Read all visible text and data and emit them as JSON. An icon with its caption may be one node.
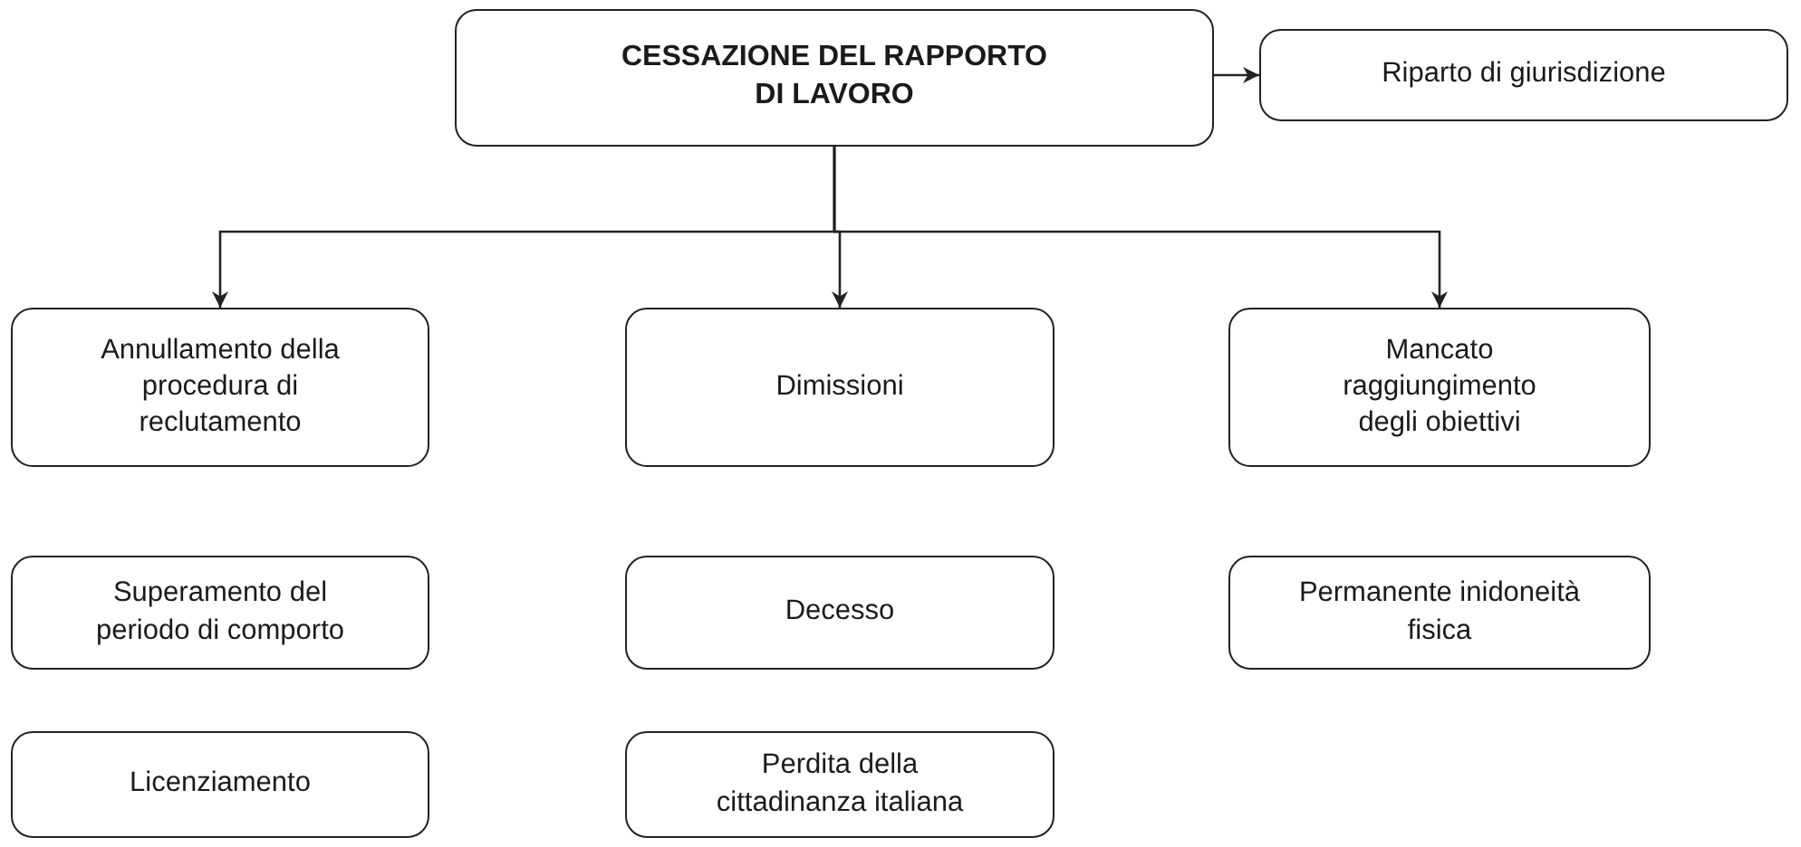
{
  "diagram": {
    "nodes": [
      {
        "text": [
          "CESSAZIONE DEL RAPPORTO DI LAVORO"
        ]
      },
      {
        "text": [
          "Riparto di giurisdizione"
        ]
      },
      {
        "text": [
          "Annullamento della procedura di reclutamento"
        ]
      },
      {
        "text": [
          "Dimissioni"
        ]
      },
      {
        "text": [
          "Mancato raggiungimento degli obiettivi"
        ]
      },
      {
        "text": [
          "Superamento del periodo di comporto"
        ]
      },
      {
        "text": [
          "Decesso"
        ]
      },
      {
        "text": [
          "Permanente inidoneità fisica"
        ]
      },
      {
        "text": [
          "Licenziamento"
        ]
      },
      {
        "text": [
          "Perdita della cittadinanza italiana"
        ]
      }
    ],
    "edges": [
      {
        "from": 0,
        "to": 1,
        "arrow": "to"
      },
      {
        "from": 0,
        "to": 2,
        "arrow": "to"
      },
      {
        "from": 0,
        "to": 3,
        "arrow": "to"
      },
      {
        "from": 0,
        "to": 4,
        "arrow": "to"
      }
    ]
  }
}
